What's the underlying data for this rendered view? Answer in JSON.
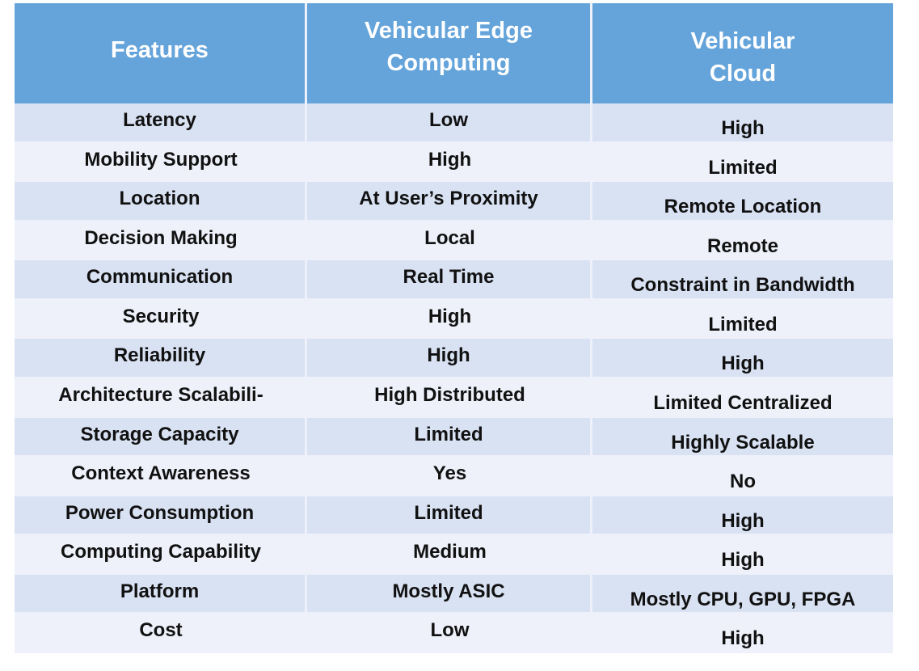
{
  "table": {
    "headers": [
      "Features",
      "Vehicular Edge\nComputing",
      "Vehicular\nCloud"
    ],
    "header_lines": {
      "features": "Features",
      "vec_line1": "Vehicular Edge",
      "vec_line2": "Computing",
      "vc_line1": "Vehicular",
      "vc_line2": "Cloud"
    },
    "rows": [
      {
        "feature": "Latency",
        "vec": "Low",
        "vc": "High"
      },
      {
        "feature": "Mobility Support",
        "vec": "High",
        "vc": "Limited"
      },
      {
        "feature": "Location",
        "vec": "At User’s Proximity",
        "vc": "Remote Location"
      },
      {
        "feature": "Decision Making",
        "vec": "Local",
        "vc": "Remote"
      },
      {
        "feature": "Communication",
        "vec": "Real Time",
        "vc": "Constraint in Bandwidth"
      },
      {
        "feature": "Security",
        "vec": "High",
        "vc": "Limited"
      },
      {
        "feature": "Reliability",
        "vec": "High",
        "vc": "High"
      },
      {
        "feature": "Architecture Scalabili-",
        "vec": "High Distributed",
        "vc": "Limited Centralized"
      },
      {
        "feature": "Storage Capacity",
        "vec": "Limited",
        "vc": "Highly Scalable"
      },
      {
        "feature": "Context Awareness",
        "vec": "Yes",
        "vc": "No"
      },
      {
        "feature": "Power Consumption",
        "vec": "Limited",
        "vc": "High"
      },
      {
        "feature": "Computing Capability",
        "vec": "Medium",
        "vc": "High"
      },
      {
        "feature": "Platform",
        "vec": "Mostly ASIC",
        "vc": "Mostly CPU, GPU, FPGA"
      },
      {
        "feature": "Cost",
        "vec": "Low",
        "vc": "High"
      }
    ]
  },
  "colors": {
    "header_bg": "#65A4DA",
    "header_text": "#FFFFFF",
    "row_dark": "#D9E2F3",
    "row_light": "#EEF1FA",
    "text": "#111111"
  }
}
